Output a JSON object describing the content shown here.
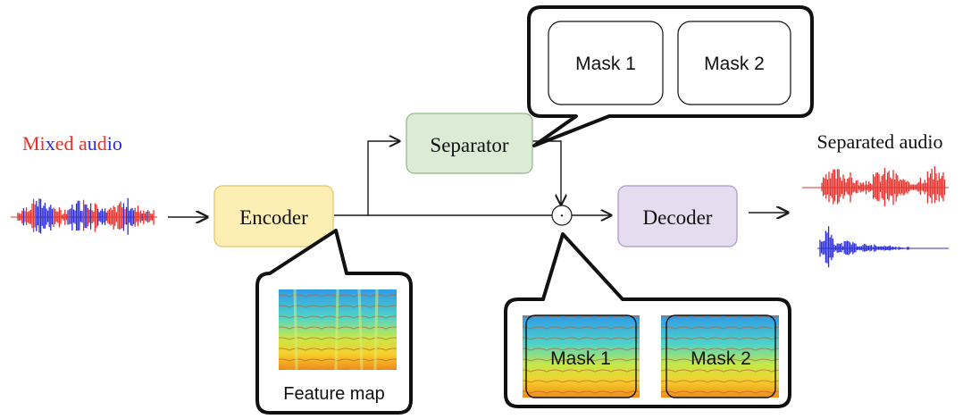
{
  "input": {
    "label_parts": [
      {
        "text": "Mi",
        "color": "#e8302a"
      },
      {
        "text": "x",
        "color": "#2b2bd8"
      },
      {
        "text": "ed ",
        "color": "#e8302a"
      },
      {
        "text": "a",
        "color": "#e8302a"
      },
      {
        "text": "u",
        "color": "#2b2bd8"
      },
      {
        "text": "d",
        "color": "#e8302a"
      },
      {
        "text": "io",
        "color": "#2b2bd8"
      }
    ]
  },
  "blocks": {
    "encoder": {
      "label": "Encoder",
      "fill": "#fdeeb4",
      "stroke": "#e0c36a"
    },
    "separator": {
      "label": "Separator",
      "fill": "#dbebd6",
      "stroke": "#8fb884"
    },
    "decoder": {
      "label": "Decoder",
      "fill": "#e5ddef",
      "stroke": "#a996c4"
    }
  },
  "operator": {
    "symbol": "·"
  },
  "callouts": {
    "masks": {
      "items": [
        "Mask 1",
        "Mask 2"
      ]
    },
    "feature_map": {
      "caption": "Feature map"
    },
    "masked_features": {
      "items": [
        "Mask 1",
        "Mask 2"
      ]
    }
  },
  "output": {
    "label": "Separated audio",
    "source_colors": [
      "#e8302a",
      "#2b2bd8"
    ]
  },
  "colors": {
    "red_wave": "#e8302a",
    "blue_wave": "#2b2bd8",
    "line": "#1a1a1a"
  }
}
